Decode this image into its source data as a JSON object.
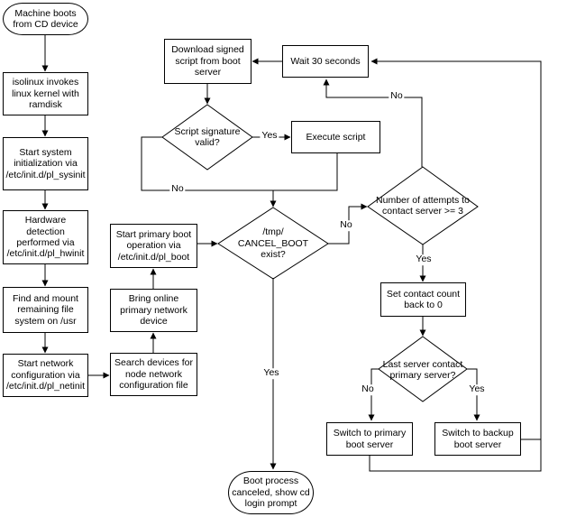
{
  "diagram": {
    "type": "flowchart",
    "colors": {
      "background": "#ffffff",
      "line": "#000000",
      "node_fill": "#ffffff",
      "text": "#000000"
    },
    "nodes": {
      "machine_boots": {
        "shape": "terminator",
        "label": "Machine boots from CD device"
      },
      "isolinux": {
        "shape": "process",
        "label": "isolinux invokes linux kernel with ramdisk"
      },
      "sysinit": {
        "shape": "process",
        "label": "Start system initialization via /etc/init.d/pl_sysinit"
      },
      "hwinit": {
        "shape": "process",
        "label": "Hardware detection performed via /etc/init.d/pl_hwinit"
      },
      "findmount": {
        "shape": "process",
        "label": "Find and mount remaining file system on /usr"
      },
      "netinit": {
        "shape": "process",
        "label": "Start network configuration via /etc/init.d/pl_netinit"
      },
      "search_devices": {
        "shape": "process",
        "label": "Search devices for node network configuration file"
      },
      "bring_online": {
        "shape": "process",
        "label": "Bring online primary network device"
      },
      "pl_boot": {
        "shape": "process",
        "label": "Start primary boot operation via /etc/init.d/pl_boot"
      },
      "download_script": {
        "shape": "process",
        "label": "Download signed script from boot server"
      },
      "sig_valid": {
        "shape": "decision",
        "label": "Script signature valid?"
      },
      "execute_script": {
        "shape": "process",
        "label": "Execute script"
      },
      "wait_30": {
        "shape": "process",
        "label": "Wait 30 seconds"
      },
      "cancel_boot": {
        "shape": "decision",
        "label": "/tmp/ CANCEL_BOOT exist?"
      },
      "attempts": {
        "shape": "decision",
        "label": "Number of attempts to contact server >= 3"
      },
      "set_count": {
        "shape": "process",
        "label": "Set contact count back to 0"
      },
      "last_server": {
        "shape": "decision",
        "label": "Last server contact primary server?"
      },
      "switch_primary": {
        "shape": "process",
        "label": "Switch to primary boot server"
      },
      "switch_backup": {
        "shape": "process",
        "label": "Switch to backup boot server"
      },
      "boot_canceled": {
        "shape": "terminator",
        "label": "Boot process canceled, show cd login prompt"
      }
    },
    "edge_labels": {
      "sig_yes": "Yes",
      "sig_no": "No",
      "cancel_no": "No",
      "cancel_yes": "Yes",
      "attempts_no": "No",
      "attempts_yes": "Yes",
      "last_no": "No",
      "last_yes": "Yes"
    },
    "edges": [
      {
        "from": "machine_boots",
        "to": "isolinux",
        "label": ""
      },
      {
        "from": "isolinux",
        "to": "sysinit",
        "label": ""
      },
      {
        "from": "sysinit",
        "to": "hwinit",
        "label": ""
      },
      {
        "from": "hwinit",
        "to": "findmount",
        "label": ""
      },
      {
        "from": "findmount",
        "to": "netinit",
        "label": ""
      },
      {
        "from": "netinit",
        "to": "search_devices",
        "label": ""
      },
      {
        "from": "search_devices",
        "to": "bring_online",
        "label": ""
      },
      {
        "from": "bring_online",
        "to": "pl_boot",
        "label": ""
      },
      {
        "from": "pl_boot",
        "to": "cancel_boot",
        "label": ""
      },
      {
        "from": "download_script",
        "to": "sig_valid",
        "label": ""
      },
      {
        "from": "sig_valid",
        "to": "execute_script",
        "label": "Yes"
      },
      {
        "from": "sig_valid",
        "to": "cancel_boot",
        "label": "No"
      },
      {
        "from": "execute_script",
        "to": "cancel_boot",
        "label": ""
      },
      {
        "from": "wait_30",
        "to": "download_script",
        "label": ""
      },
      {
        "from": "cancel_boot",
        "to": "attempts",
        "label": "No"
      },
      {
        "from": "cancel_boot",
        "to": "boot_canceled",
        "label": "Yes"
      },
      {
        "from": "attempts",
        "to": "wait_30",
        "label": "No"
      },
      {
        "from": "attempts",
        "to": "set_count",
        "label": "Yes"
      },
      {
        "from": "set_count",
        "to": "last_server",
        "label": ""
      },
      {
        "from": "last_server",
        "to": "switch_primary",
        "label": "No"
      },
      {
        "from": "last_server",
        "to": "switch_backup",
        "label": "Yes"
      },
      {
        "from": "switch_primary",
        "to": "wait_30",
        "label": ""
      },
      {
        "from": "switch_backup",
        "to": "wait_30",
        "label": ""
      }
    ]
  }
}
